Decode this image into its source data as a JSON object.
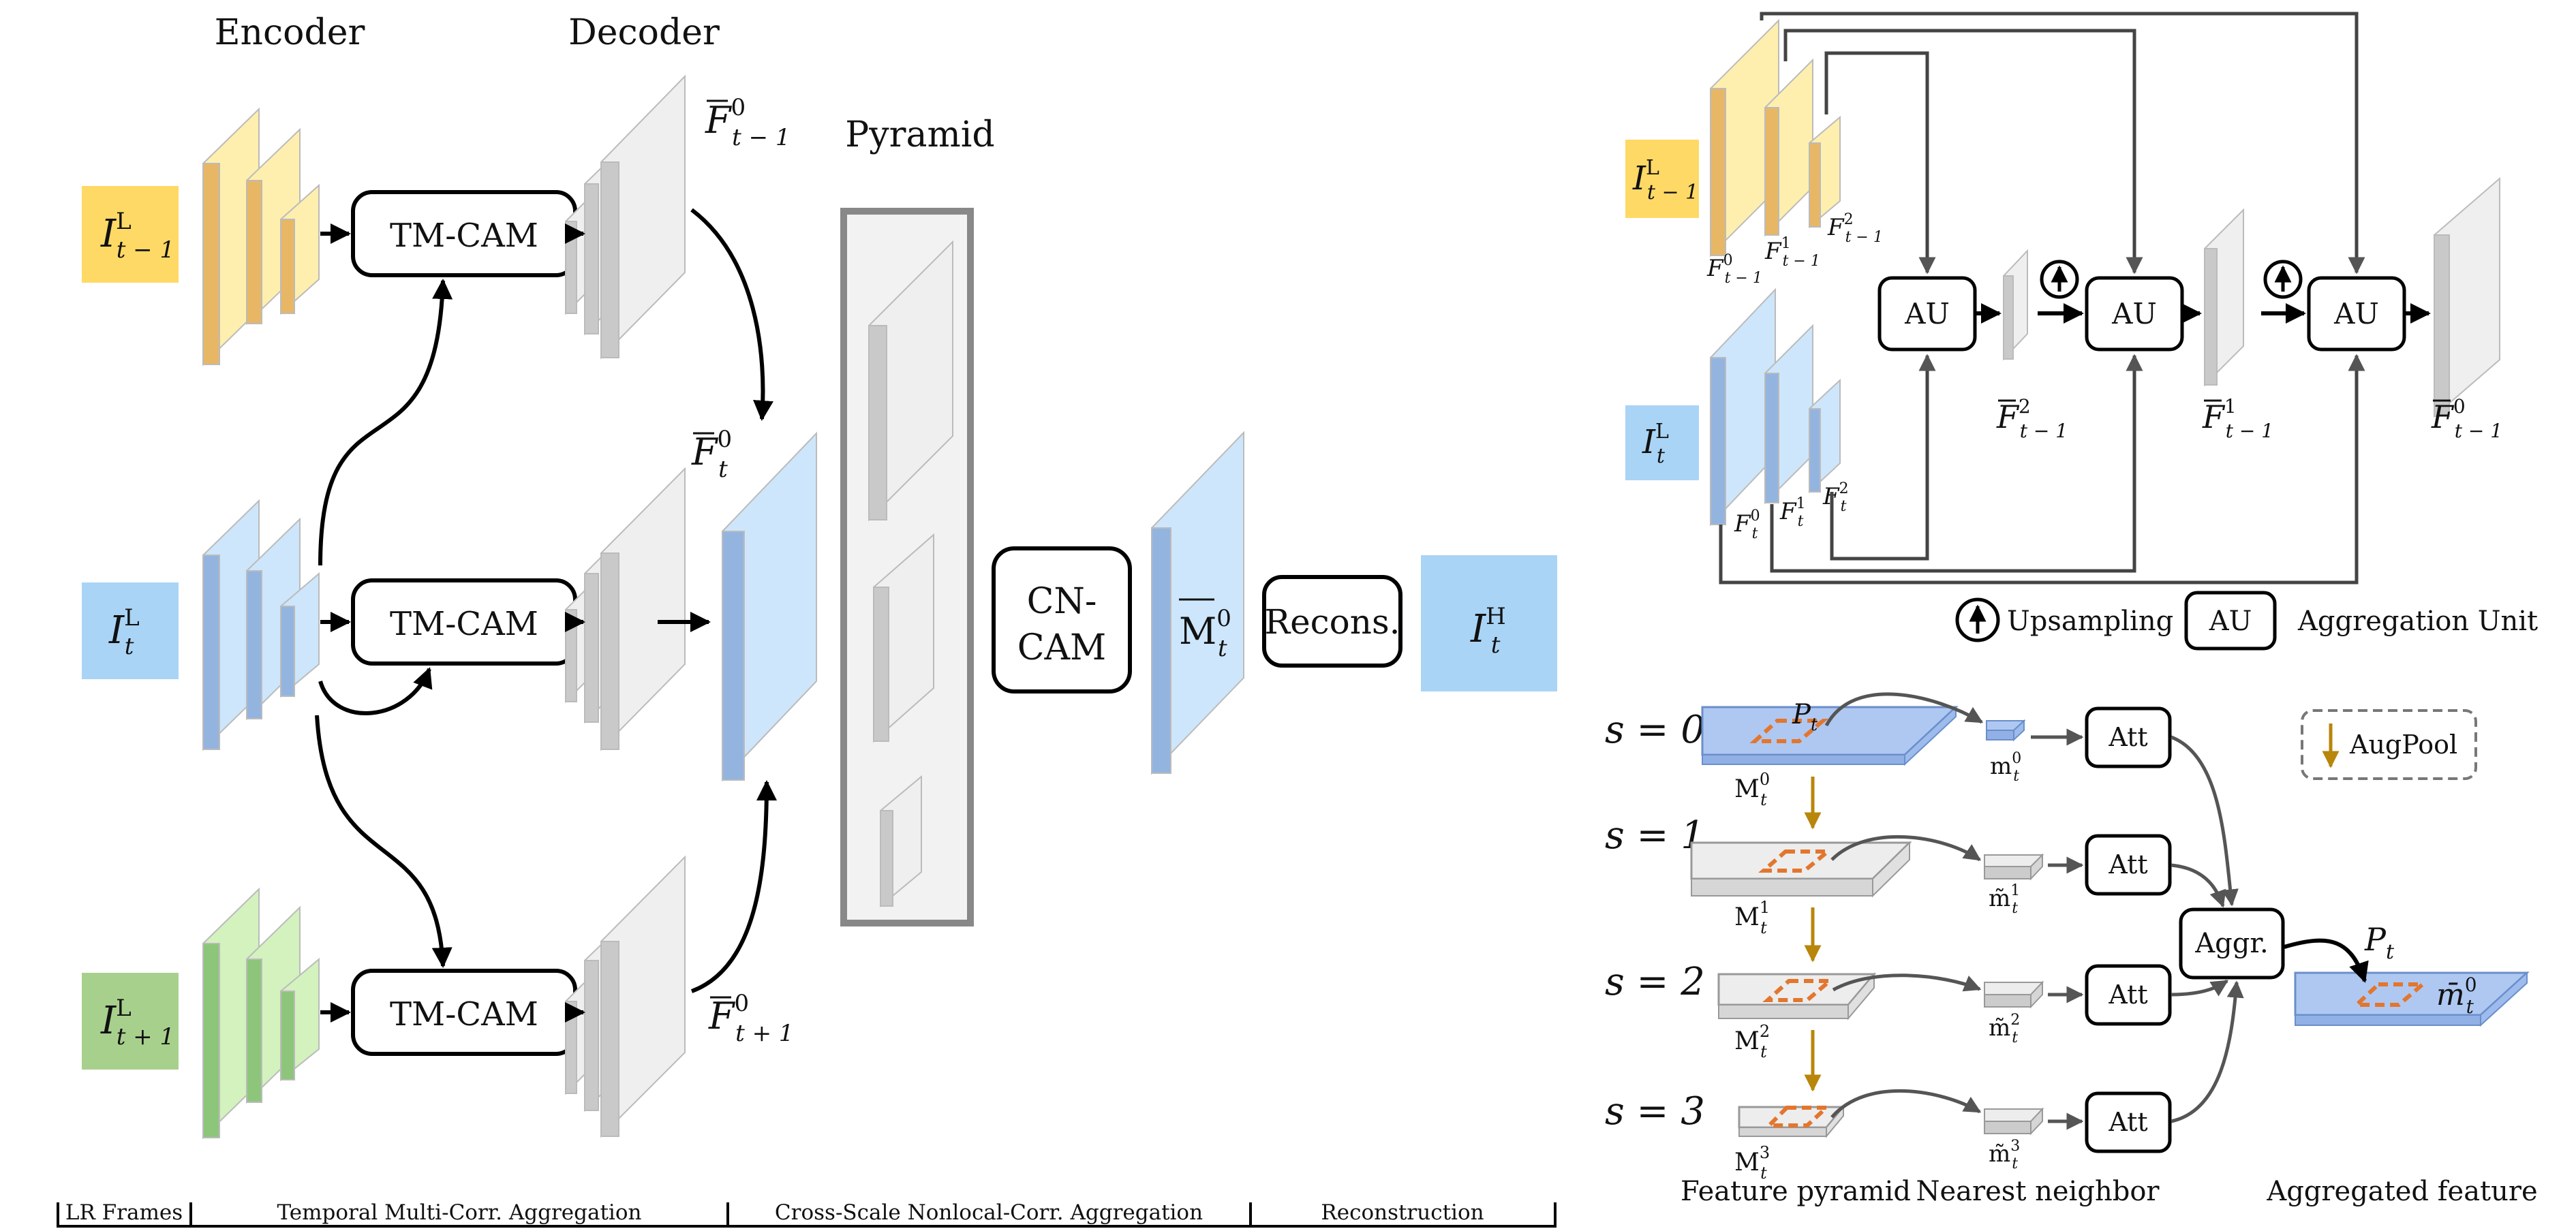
{
  "left": {
    "encoder_label": "Encoder",
    "decoder_label": "Decoder",
    "pyramid_label": "Pyramid",
    "inputs": {
      "prev": {
        "base": "I",
        "sup": "L",
        "sub": "t − 1",
        "color": "#FFD966"
      },
      "curr": {
        "base": "I",
        "sup": "L",
        "sub": "t",
        "color": "#A9D4F5"
      },
      "next": {
        "base": "I",
        "sup": "L",
        "sub": "t + 1",
        "color": "#A8D08D"
      }
    },
    "tmcam_label": "TM-CAM",
    "cncam_line1": "CN-",
    "cncam_line2": "CAM",
    "recons_label": "Recons.",
    "output": {
      "base": "I",
      "sup": "H",
      "sub": "t",
      "color": "#A9D4F5"
    },
    "feat_prev": {
      "base": "F",
      "sup": "0",
      "sub": "t − 1"
    },
    "feat_curr": {
      "base": "F",
      "sup": "0",
      "sub": "t"
    },
    "feat_next": {
      "base": "F",
      "sup": "0",
      "sub": "t + 1"
    },
    "m_bar": {
      "base": "M",
      "sup": "0",
      "sub": "t"
    }
  },
  "stages": [
    "LR Frames",
    "Temporal Multi-Corr. Aggregation",
    "Cross-Scale Nonlocal-Corr. Aggregation",
    "Reconstruction"
  ],
  "top_right": {
    "input_prev": {
      "base": "I",
      "sup": "L",
      "sub": "t − 1"
    },
    "input_curr": {
      "base": "I",
      "sup": "L",
      "sub": "t"
    },
    "feat_prev_labels": [
      {
        "base": "F",
        "sup": "0",
        "sub": "t − 1"
      },
      {
        "base": "F",
        "sup": "1",
        "sub": "t − 1"
      },
      {
        "base": "F",
        "sup": "2",
        "sub": "t − 1"
      }
    ],
    "feat_curr_labels": [
      {
        "base": "F",
        "sup": "0",
        "sub": "t"
      },
      {
        "base": "F",
        "sup": "1",
        "sub": "t"
      },
      {
        "base": "F",
        "sup": "2",
        "sub": "t"
      }
    ],
    "au_label": "AU",
    "out_labels": [
      {
        "base": "F",
        "sup": "2",
        "sub": "t − 1"
      },
      {
        "base": "F",
        "sup": "1",
        "sub": "t − 1"
      },
      {
        "base": "F",
        "sup": "0",
        "sub": "t − 1"
      }
    ],
    "legend_upsampling": "Upsampling",
    "legend_au_box": "AU",
    "legend_aggregation": "Aggregation Unit"
  },
  "bottom_right": {
    "scale_labels": [
      "s = 0",
      "s = 1",
      "s = 2",
      "s = 3"
    ],
    "pyramid_labels": [
      {
        "base": "M",
        "sup": "0",
        "sub": "t"
      },
      {
        "base": "M",
        "sup": "1",
        "sub": "t"
      },
      {
        "base": "M",
        "sup": "2",
        "sub": "t"
      },
      {
        "base": "M",
        "sup": "3",
        "sub": "t"
      }
    ],
    "nn_labels": [
      {
        "base": "m",
        "sup": "0",
        "sub": "t"
      },
      {
        "base": "m̃",
        "sup": "1",
        "sub": "t"
      },
      {
        "base": "m̃",
        "sup": "2",
        "sub": "t"
      },
      {
        "base": "m̃",
        "sup": "3",
        "sub": "t"
      }
    ],
    "att_label": "Att",
    "aggr_label": "Aggr.",
    "augpool_label": "AugPool",
    "patch_label": "P",
    "patch_sub": "t",
    "result_label": {
      "base": "m̄",
      "sup": "0",
      "sub": "t"
    },
    "caption_pyramid": "Feature pyramid",
    "caption_nn": "Nearest neighbor",
    "caption_aggregated": "Aggregated feature"
  },
  "colors": {
    "yellow_front": "#E8B765",
    "yellow_top": "#FFE9A8",
    "yellow_side": "#FFEFAE",
    "blue_front": "#94B4E0",
    "blue_side": "#CDE6FB",
    "green_front": "#8DC67A",
    "green_side": "#D3F2BE",
    "gray_front": "#C9C9C9",
    "gray_side": "#EFEFEF",
    "orange_dash": "#E3762E",
    "gold_arrow": "#B8860B",
    "plane_blue": "#AFC8F2"
  }
}
